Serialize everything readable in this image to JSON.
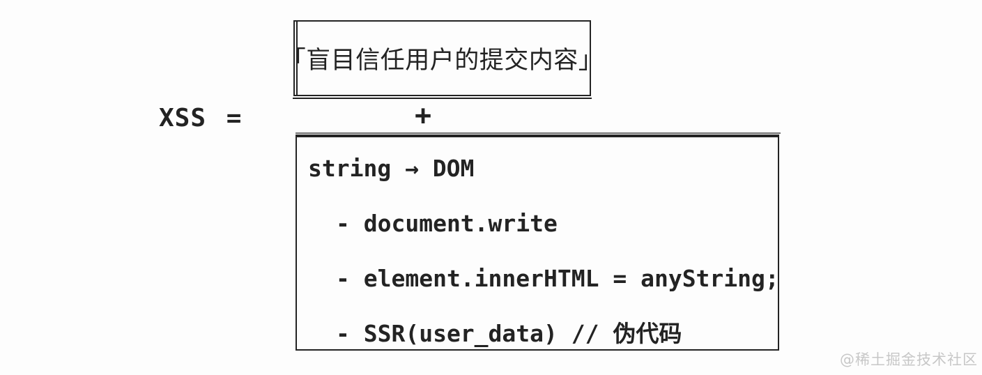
{
  "diagram": {
    "lhs_label": "XSS =",
    "plus_operator": "+",
    "cause_box": {
      "text": "「盲目信任用户的提交内容」"
    },
    "mechanism_box": {
      "heading": "string → DOM",
      "items": [
        "- document.write",
        "- element.innerHTML = anyString;",
        "- SSR(user_data) // 伪代码"
      ]
    }
  },
  "watermark": "@稀土掘金技术社区",
  "colors": {
    "ink": "#232323",
    "watermark": "#c7c7c7",
    "background": "#fdfdfd"
  }
}
